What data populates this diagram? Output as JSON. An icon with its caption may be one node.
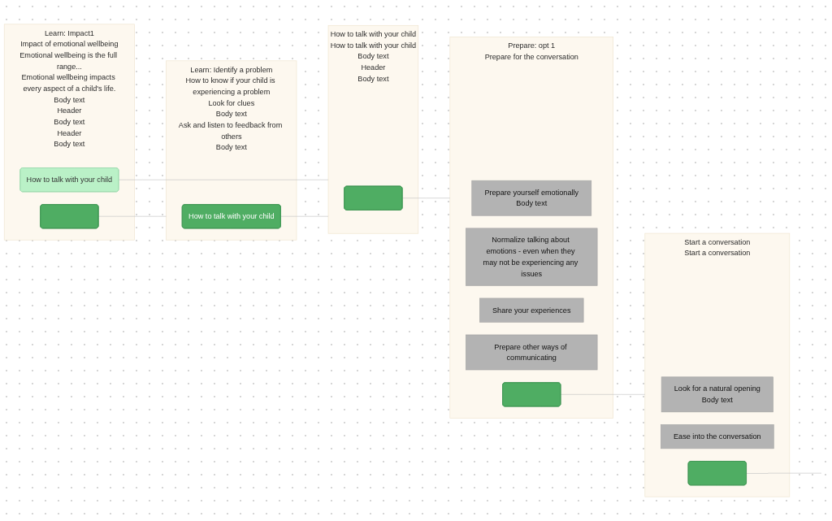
{
  "diagram": {
    "nodes": [
      {
        "text": [
          "Learn: Impact1",
          "Impact of emotional wellbeing",
          "Emotional wellbeing is the full range...",
          "Emotional wellbeing impacts every aspect of a child's life.",
          "Body text",
          "Header",
          "Body text",
          "Header",
          "Body text"
        ]
      },
      {
        "text": [
          "How to talk with your child"
        ],
        "in": 0
      },
      {
        "text": [],
        "shape": "box",
        "in": 0
      },
      {
        "text": [
          "Learn: Identify a problem",
          "How to know if your child is experiencing a problem",
          "Look for clues",
          "Body text",
          "Ask and listen to feedback from others",
          "Body text"
        ]
      },
      {
        "text": [
          "How to talk with your child"
        ],
        "in": 3
      },
      {
        "text": [
          "How to talk with your child",
          "How to talk with your child",
          "Body text",
          "Header",
          "Body text"
        ]
      },
      {
        "text": [],
        "shape": "box",
        "in": 5
      },
      {
        "text": [
          "Prepare: opt 1",
          "Prepare for the conversation"
        ]
      },
      {
        "text": [
          "Prepare yourself emotionally",
          "Body text"
        ],
        "in": 7
      },
      {
        "text": [
          "Normalize talking about emotions - even when they may not be experiencing any issues"
        ],
        "in": 7
      },
      {
        "text": [
          "Share your experiences"
        ],
        "in": 7
      },
      {
        "text": [
          "Prepare other ways of communicating"
        ],
        "in": 7
      },
      {
        "text": [],
        "shape": "box",
        "in": 7
      },
      {
        "text": [
          "Start a conversation",
          "Start a conversation"
        ]
      },
      {
        "text": [
          "Look for a natural opening",
          "Body text"
        ],
        "in": 13
      },
      {
        "text": [
          "Ease into the conversation"
        ],
        "in": 13
      },
      {
        "text": [],
        "shape": "box",
        "in": 13
      }
    ],
    "edges": [
      {
        "from": 1,
        "to": 5,
        "arrow": "none"
      },
      {
        "from": 2,
        "to": 3,
        "arrow": "none"
      },
      {
        "from": 4,
        "to": 5,
        "arrow": "none"
      },
      {
        "from": 6,
        "to": 7,
        "arrow": "none"
      },
      {
        "from": 12,
        "to": 13,
        "arrow": "none"
      },
      {
        "from": 16,
        "to": null,
        "arrow": "none"
      }
    ]
  }
}
